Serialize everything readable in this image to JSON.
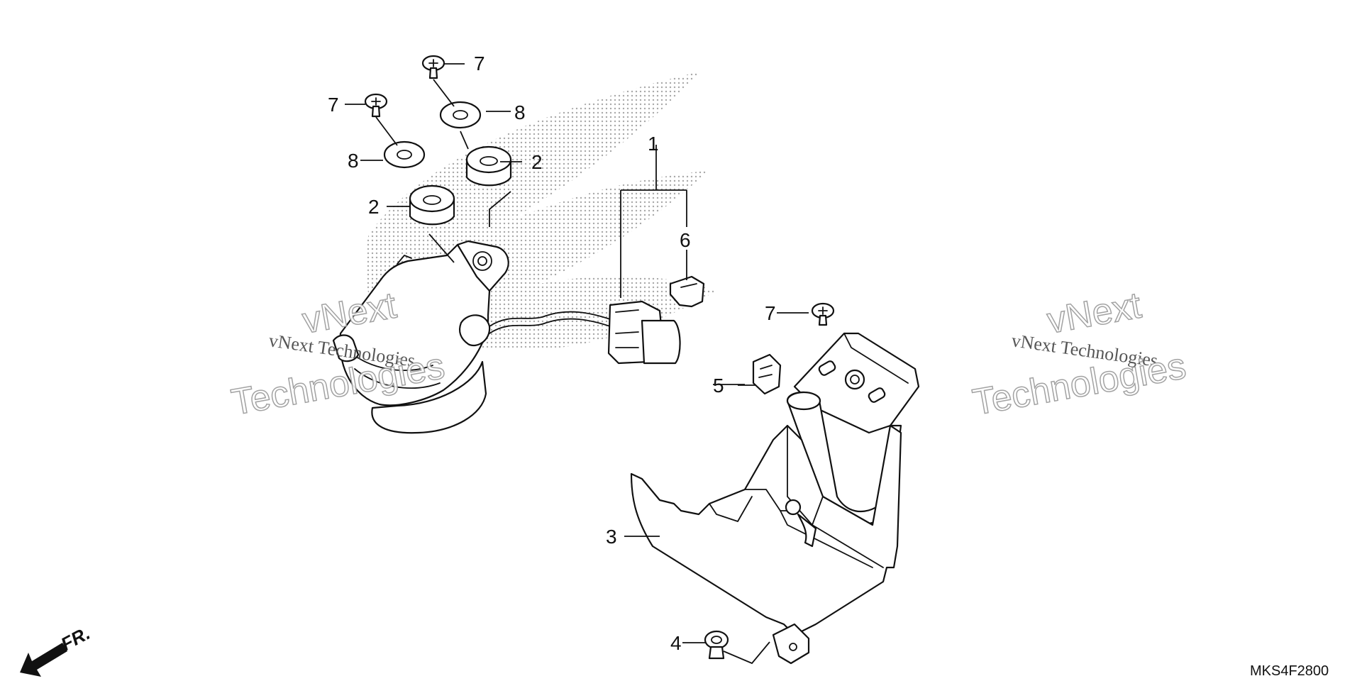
{
  "diagram": {
    "callouts": [
      "1",
      "2",
      "2",
      "3",
      "4",
      "5",
      "6",
      "7",
      "7",
      "7",
      "8",
      "8"
    ],
    "direction_label": "FR.",
    "part_code": "MKS4F2800",
    "watermark": {
      "line1": "vNext Technologies",
      "line2": "vNext",
      "line3": "Technologies"
    },
    "colors": {
      "line": "#111111",
      "dots": "#999999",
      "background": "#ffffff"
    }
  }
}
